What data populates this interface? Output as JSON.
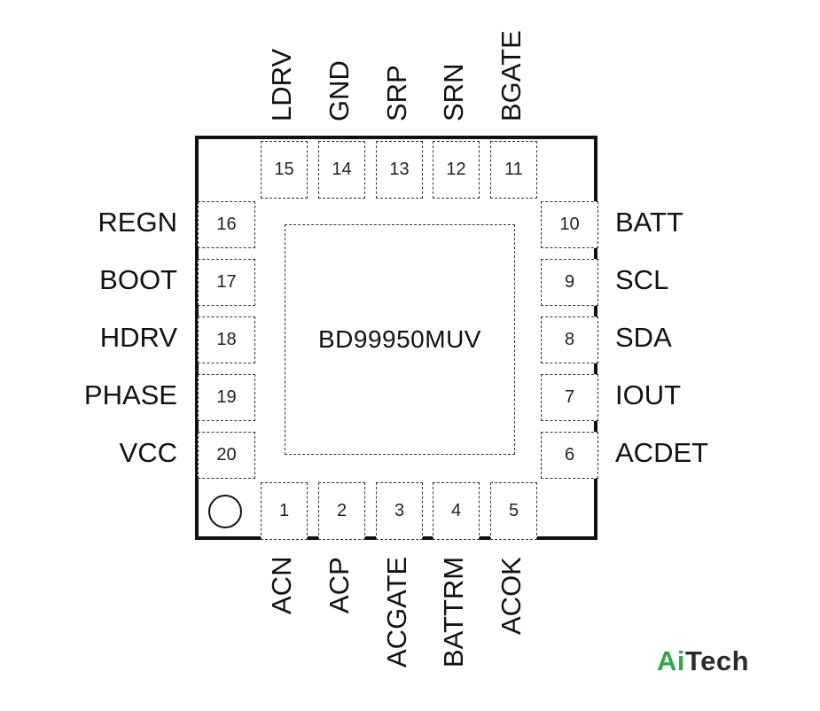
{
  "chip": {
    "part_number": "BD99950MUV"
  },
  "pins": {
    "bottom": [
      {
        "num": "1",
        "name": "ACN"
      },
      {
        "num": "2",
        "name": "ACP"
      },
      {
        "num": "3",
        "name": "ACGATE"
      },
      {
        "num": "4",
        "name": "BATTRM"
      },
      {
        "num": "5",
        "name": "ACOK"
      }
    ],
    "right": [
      {
        "num": "6",
        "name": "ACDET"
      },
      {
        "num": "7",
        "name": "IOUT"
      },
      {
        "num": "8",
        "name": "SDA"
      },
      {
        "num": "9",
        "name": "SCL"
      },
      {
        "num": "10",
        "name": "BATT"
      }
    ],
    "top": [
      {
        "num": "11",
        "name": "BGATE"
      },
      {
        "num": "12",
        "name": "SRN"
      },
      {
        "num": "13",
        "name": "SRP"
      },
      {
        "num": "14",
        "name": "GND"
      },
      {
        "num": "15",
        "name": "LDRV"
      }
    ],
    "left": [
      {
        "num": "16",
        "name": "REGN"
      },
      {
        "num": "17",
        "name": "BOOT"
      },
      {
        "num": "18",
        "name": "HDRV"
      },
      {
        "num": "19",
        "name": "PHASE"
      },
      {
        "num": "20",
        "name": "VCC"
      }
    ]
  },
  "watermark": {
    "part1": "Ai",
    "part2": "Tech"
  },
  "colors": {
    "outline": "#111111",
    "brand_green": "#2fa84f",
    "brand_dark": "#2b2b2b"
  }
}
